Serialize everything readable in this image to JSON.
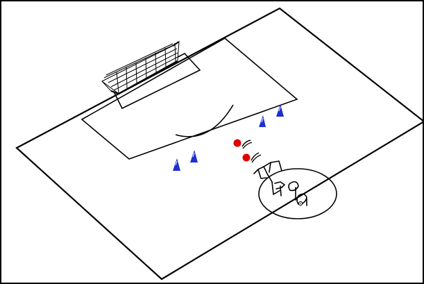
{
  "diagram": {
    "type": "soccer-drill-diagram",
    "colors": {
      "background": "#ffffff",
      "frame": "#000000",
      "pitch_lines": "#000000",
      "cone": "#1f2fd0",
      "cone_highlight": "#ffffff",
      "player": "#e00000",
      "ball_outline": "#000000"
    },
    "elements": {
      "goal": "goal-net-icon",
      "cones": [
        {
          "id": "cone-1",
          "icon": "cone-icon"
        },
        {
          "id": "cone-2",
          "icon": "cone-icon"
        },
        {
          "id": "cone-3",
          "icon": "cone-icon"
        },
        {
          "id": "cone-4",
          "icon": "cone-icon"
        }
      ],
      "players": [
        {
          "id": "player-1",
          "icon": "player-icon"
        },
        {
          "id": "player-2",
          "icon": "player-icon"
        }
      ],
      "sketch": "sketched-figures-icon",
      "ball": "ball-icon"
    }
  }
}
